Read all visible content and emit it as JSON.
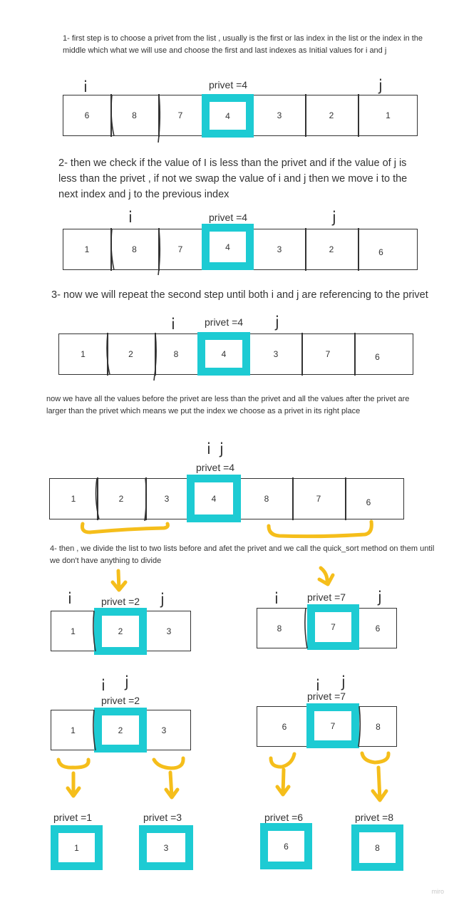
{
  "texts": {
    "step1": "1- first step is to choose a privet from the list , usually is the first or las index in the list or the index in the middle which what we will use and choose the first and last indexes as  Initial values for i and j",
    "step2": "2- then we check if the value of I is less than the privet and if the value of j is less than the privet , if not we swap the value of i and j then we move i to the next index and j to the previous index",
    "step3": "3- now we will repeat the second step until both i and j are referencing to the privet",
    "note": "now we have all the  values before the privet are less than the privet and all the values after the privet are larger than the privet which means we put the index we choose as a privet in its right place",
    "step4": "4- then , we divide the list to two lists before and afet the privet and we call the quick_sort method on them until we don't have anything to divide",
    "watermark": "miro"
  },
  "accent_colors": {
    "pivot": "#1dcbd3",
    "bracket": "#f5be1b",
    "ink": "#333333"
  },
  "arrays": {
    "a1": {
      "cells": [
        "6",
        "8",
        "7",
        "4",
        "3",
        "2",
        "1"
      ],
      "pivot_label": "privet =4",
      "i": "i",
      "j": "j"
    },
    "a2": {
      "cells": [
        "1",
        "8",
        "7",
        "4",
        "3",
        "2",
        "6"
      ],
      "pivot_label": "privet =4",
      "i": "i",
      "j": "j"
    },
    "a3": {
      "cells": [
        "1",
        "2",
        "8",
        "4",
        "3",
        "7",
        "6"
      ],
      "pivot_label": "privet =4",
      "i": "i",
      "j": "j"
    },
    "a4": {
      "cells": [
        "1",
        "2",
        "3",
        "4",
        "8",
        "7",
        "6"
      ],
      "pivot_label": "privet =4",
      "i": "i",
      "j": "j"
    },
    "l1": {
      "cells": [
        "1",
        "2",
        "3"
      ],
      "pivot_label": "privet =2",
      "i": "i",
      "j": "j"
    },
    "r1": {
      "cells": [
        "8",
        "7",
        "6"
      ],
      "pivot_label": "privet =7",
      "i": "i",
      "j": "j"
    },
    "l2": {
      "cells": [
        "1",
        "2",
        "3"
      ],
      "pivot_label": "privet =2",
      "i": "i",
      "j": "j"
    },
    "r2": {
      "cells": [
        "6",
        "7",
        "8"
      ],
      "pivot_label": "privet =7",
      "i": "i",
      "j": "j"
    }
  },
  "singles": [
    {
      "label": "privet =1",
      "value": "1"
    },
    {
      "label": "privet =3",
      "value": "3"
    },
    {
      "label": "privet =6",
      "value": "6"
    },
    {
      "label": "privet =8",
      "value": "8"
    }
  ]
}
